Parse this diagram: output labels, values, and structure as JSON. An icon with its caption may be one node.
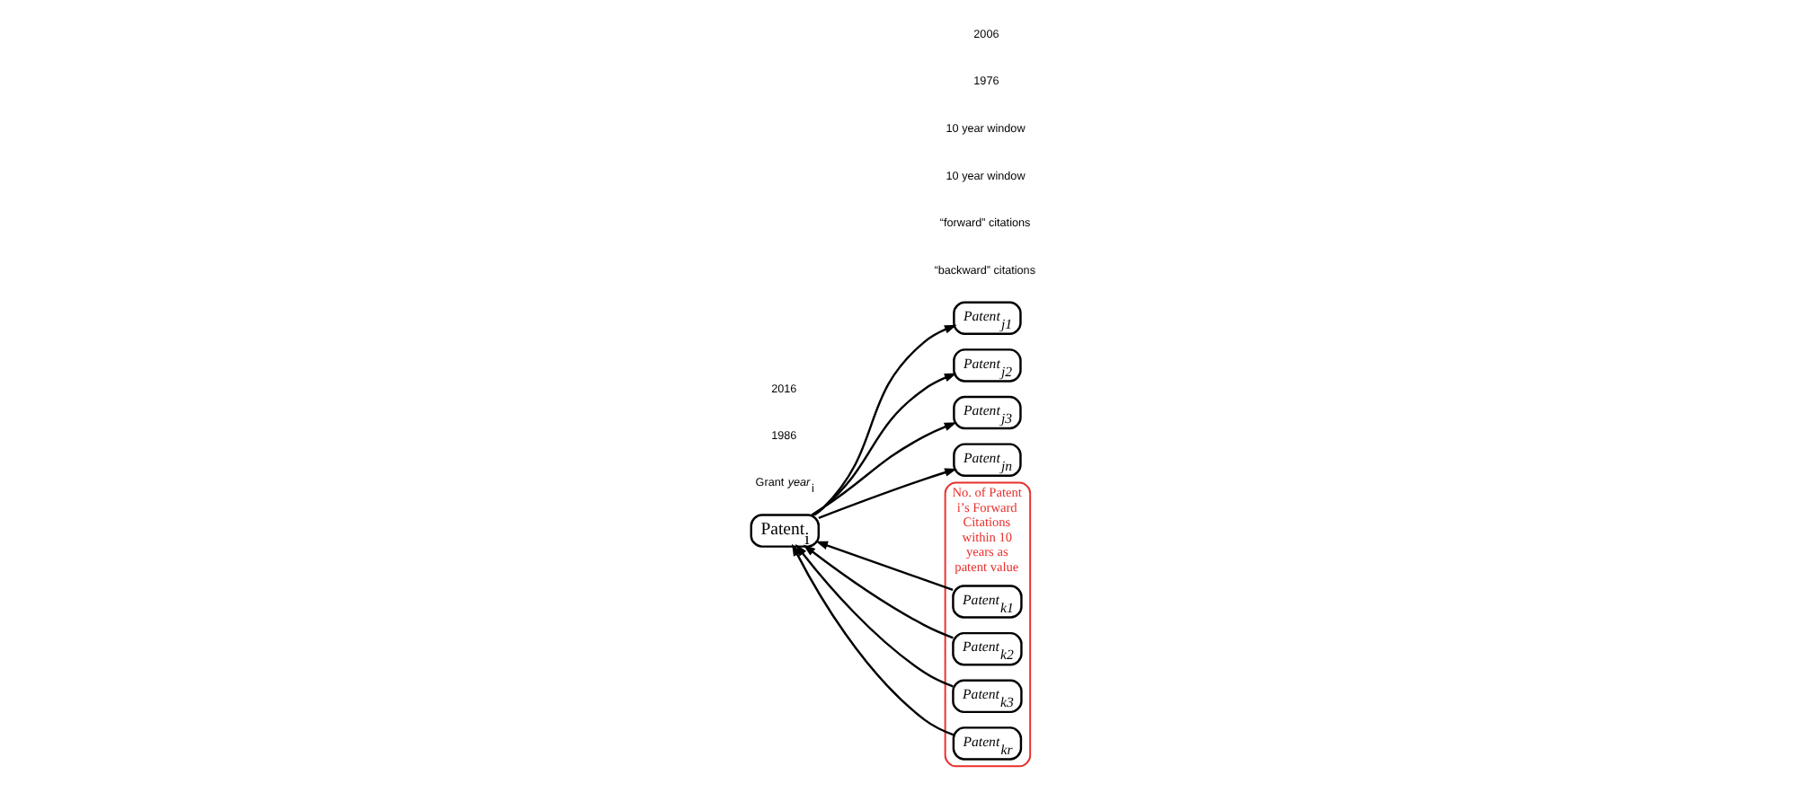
{
  "diagram": {
    "nodes": [
      {
        "text": [
          "Patent$_{j1}$"
        ]
      },
      {
        "text": [
          "Patent$_{j2}$"
        ]
      },
      {
        "text": [
          "Patent$_{j3}$"
        ]
      },
      {
        "text": [
          "Patent$_{jn}$"
        ]
      },
      {
        "text": [
          "Patent$_{i}$"
        ]
      },
      {
        "text": [],
        "shape": "ellipse",
        "beside": [
          "No. of Patent i’s Forward Citations within 10 years as patent value"
        ]
      },
      {
        "text": [
          "Patent$_{k1}$"
        ],
        "in": 5
      },
      {
        "text": [
          "Patent$_{k2}$"
        ],
        "in": 5
      },
      {
        "text": [
          "Patent$_{k3}$"
        ],
        "in": 5
      },
      {
        "text": [
          "Patent$_{kr}$"
        ],
        "in": 5
      }
    ],
    "edges": [
      {
        "from": 4,
        "to": 0,
        "arrow": "to"
      },
      {
        "from": 4,
        "to": 1,
        "arrow": "to"
      },
      {
        "from": 4,
        "to": 2,
        "arrow": "to"
      },
      {
        "from": 4,
        "to": 3,
        "arrow": "to"
      },
      {
        "from": 6,
        "to": 4,
        "arrow": "to"
      },
      {
        "from": 7,
        "to": 4,
        "arrow": "to"
      },
      {
        "from": 8,
        "to": 4,
        "arrow": "to"
      },
      {
        "from": 9,
        "to": 4,
        "arrow": "to"
      }
    ],
    "labels": [
      "“backward” citations",
      "“forward” citations",
      "10 year window",
      "10 year window",
      "Grant *year*$_{i}$",
      "1976",
      "1986",
      "2006",
      "2016"
    ]
  }
}
